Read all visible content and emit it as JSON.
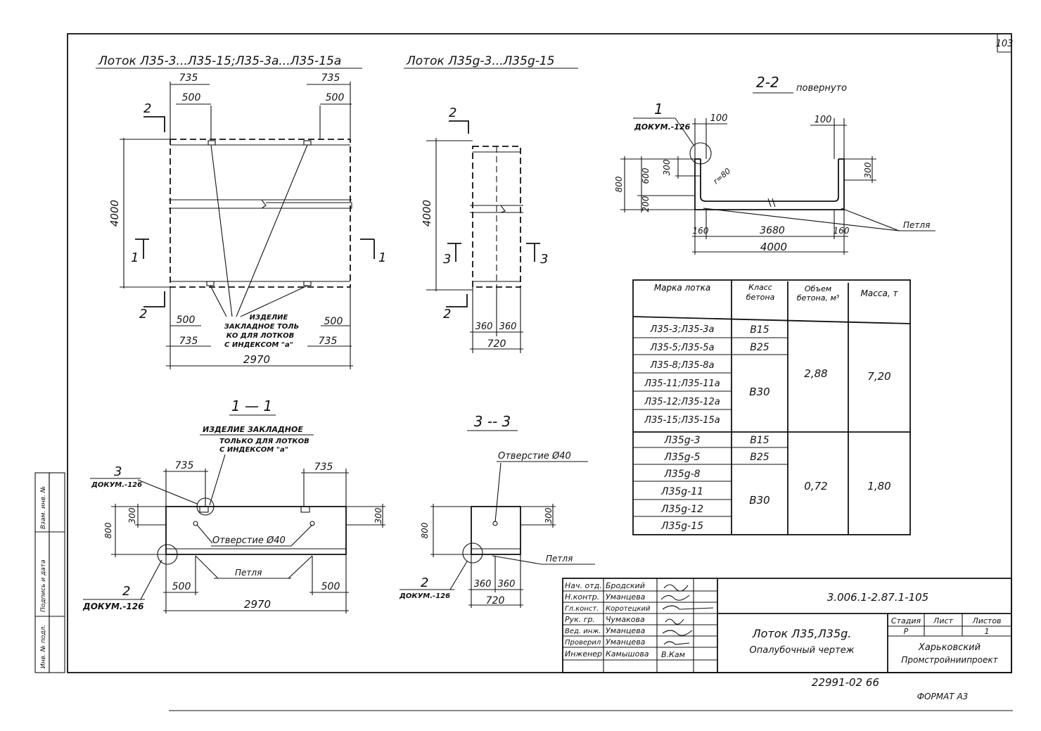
{
  "sheet": {
    "page_number": "103",
    "format_label": "ФОРМАТ А3",
    "archive_number": "22991-02  66"
  },
  "view_main": {
    "title": "Лоток Л35-3...Л35-15;Л35-3а...Л35-15а",
    "dim_735_left": "735",
    "dim_500_left": "500",
    "dim_735_right": "735",
    "dim_500_right": "500",
    "dim_4000": "4000",
    "dim_500_bottom_left": "500",
    "dim_735_bottom_left": "735",
    "dim_500_bottom_right": "500",
    "dim_735_bottom_right": "735",
    "dim_2970": "2970",
    "section_2_top": "2",
    "section_2_bottom": "2",
    "section_1_left": "1",
    "section_1_right": "1",
    "note_line1": "ИЗДЕЛИЕ",
    "note_line2": "ЗАКЛАДНОЕ ТОЛЬ",
    "note_line3": "КО ДЛЯ ЛОТКОВ",
    "note_line4": "С ИНДЕКСОМ \"а\""
  },
  "view_small": {
    "title": "Лоток Л35g-3...Л35g-15",
    "section_2_top": "2",
    "section_2_bottom": "2",
    "section_3_left": "3",
    "section_3_right": "3",
    "dim_4000": "4000",
    "dim_360_left": "360",
    "dim_360_right": "360",
    "dim_720": "720"
  },
  "section_22": {
    "title": "2-2",
    "subtitle": "повернуто",
    "callout_num": "1",
    "callout_doc": "ДОКУМ.-126",
    "dim_100_left": "100",
    "dim_100_right": "100",
    "dim_300_left": "300",
    "dim_300_right": "300",
    "dim_800": "800",
    "dim_600": "600",
    "dim_200": "200",
    "dim_r": "r=80",
    "dim_160_left": "160",
    "dim_3680": "3680",
    "dim_160_right": "160",
    "dim_4000": "4000",
    "loop_label": "Петля"
  },
  "section_11": {
    "title": "1 — 1",
    "note_line1": "ИЗДЕЛИЕ ЗАКЛАДНОЕ",
    "note_line2": "ТОЛЬКО ДЛЯ ЛОТКОВ",
    "note_line3": "С ИНДЕКСОМ \"а\"",
    "callout3_num": "3",
    "callout3_doc": "ДОКУМ.-126",
    "dim_735_left": "735",
    "dim_735_right": "735",
    "dim_300_left": "300",
    "dim_300_right": "300",
    "dim_800": "800",
    "hole_label": "Отверстие Ø40",
    "loop_label": "Петля",
    "callout2_num": "2",
    "callout2_doc": "ДОКУМ.-126",
    "dim_500_left": "500",
    "dim_500_right": "500",
    "dim_2970": "2970"
  },
  "section_33": {
    "title": "3 -- 3",
    "hole_label": "Отверстие Ø40",
    "dim_800": "800",
    "dim_300": "300",
    "loop_label": "Петля",
    "callout2_num": "2",
    "callout2_doc": "ДОКУМ.-126",
    "dim_360_left": "360",
    "dim_360_right": "360",
    "dim_720": "720"
  },
  "spec_table": {
    "headers": [
      "Марка лотка",
      "Класс бетона",
      "Объем бетона, м³",
      "Масса, т"
    ],
    "rows": [
      "Л35-3;Л35-3а",
      "Л35-5;Л35-5а",
      "Л35-8;Л35-8а",
      "Л35-11;Л35-11а",
      "Л35-12;Л35-12а",
      "Л35-15;Л35-15а",
      "Л35g-3",
      "Л35g-5",
      "Л35g-8",
      "Л35g-11",
      "Л35g-12",
      "Л35g-15"
    ],
    "class_b15_a": "В15",
    "class_b25_a": "В25",
    "class_b30_a": "В30",
    "class_b15_b": "В15",
    "class_b25_b": "В25",
    "class_b30_b": "В30",
    "volume_a": "2,88",
    "mass_a": "7,20",
    "volume_b": "0,72",
    "mass_b": "1,80"
  },
  "side_stamp": [
    "Инв. № подл.",
    "Подпись и дата",
    "Взам. инв. №"
  ],
  "title_block": {
    "roles": [
      "Нач. отд.",
      "Н.контр.",
      "Гл.конст.",
      "Рук. гр.",
      "Вед. инж.",
      "Проверил",
      "Инженер"
    ],
    "names": [
      "Бродский",
      "Уманцева",
      "Коротецкий",
      "Чумакова",
      "Уманцева",
      "Уманцева",
      "Камышова"
    ],
    "signatures": [
      "",
      "",
      "",
      "",
      "",
      "",
      "В.Кам"
    ],
    "doc_code": "3.006.1-2.87.1-105",
    "name_line1": "Лоток Л35,Л35g.",
    "name_line2": "Опалубочный чертеж",
    "stage_header": "Стадия",
    "sheet_header": "Лист",
    "sheets_header": "Листов",
    "stage_value": "Р",
    "sheet_value": "",
    "sheets_value": "1",
    "org_line1": "Харьковский",
    "org_line2": "Промстройниипроект"
  }
}
